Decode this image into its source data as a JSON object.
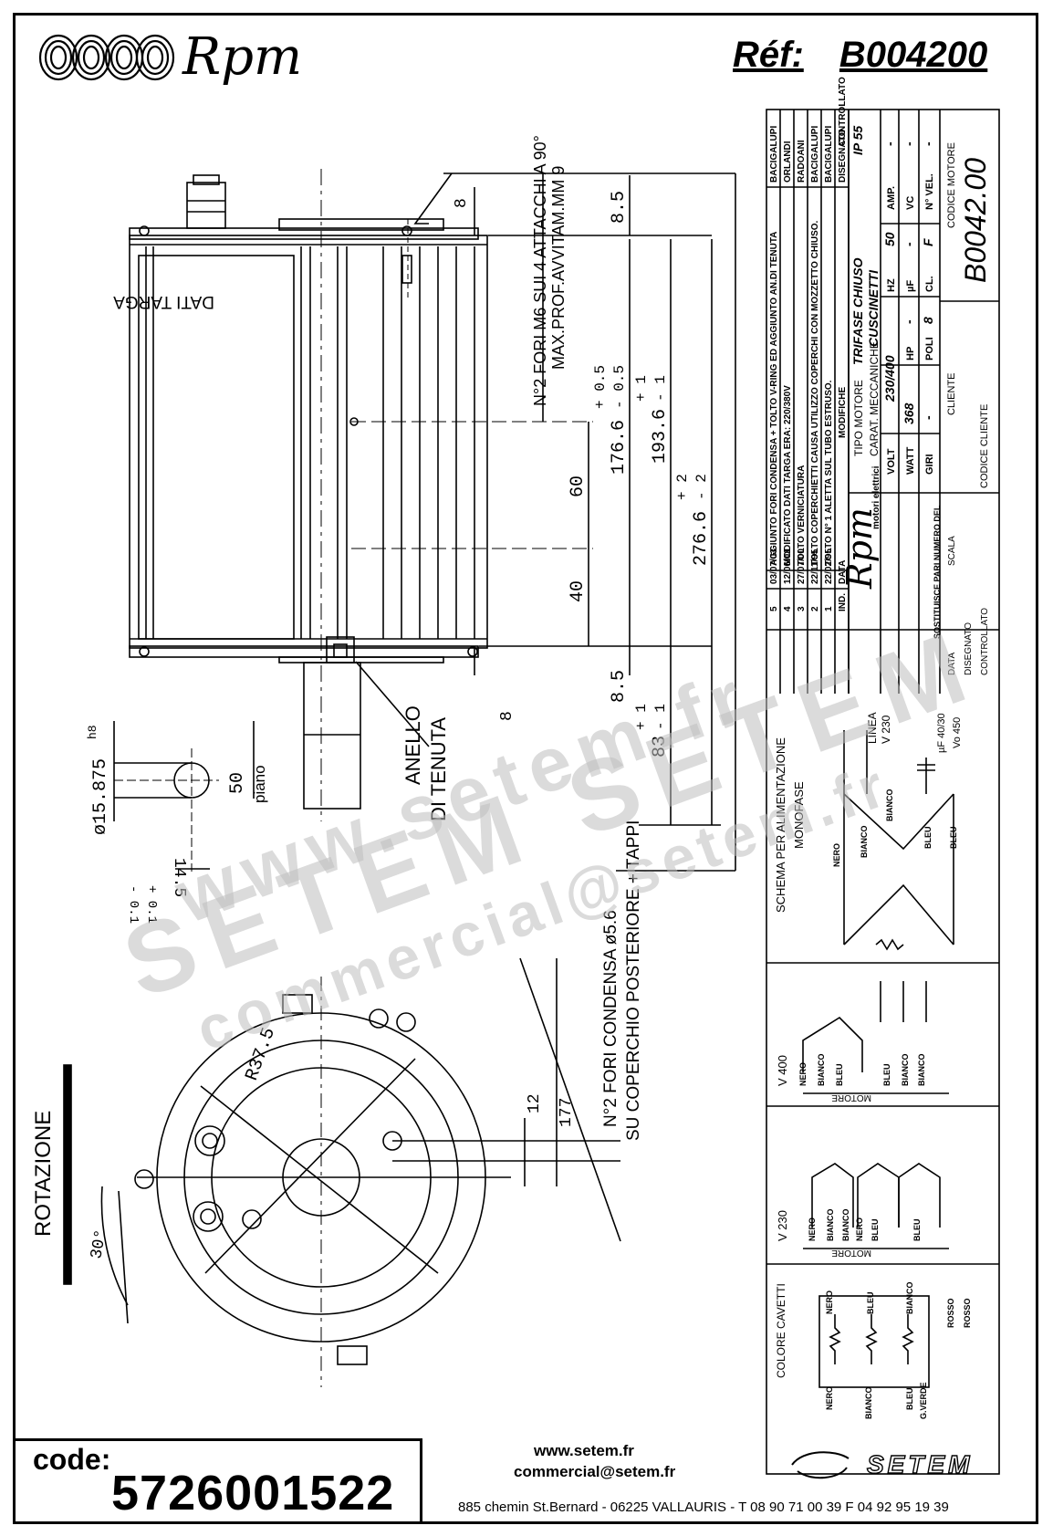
{
  "header": {
    "logo_text": "Rpm",
    "ref_label": "Réf:",
    "ref_value": "B004200"
  },
  "drawing": {
    "dati_targa": "DATI TARGA",
    "fori_m6": "N°2 FORI M6 SUI 4 ATTACCHI A 90°",
    "max_prof": "MAX.PROF.AVVITAM.MM 9",
    "anello": "ANELLO",
    "di_tenuta": "DI TENUTA",
    "piano": "piano",
    "fori_condensa": "N°2 FORI CONDENSA ø5.6",
    "coperchio": "SU COPERCHIO POSTERIORE + TAPPI",
    "rotazione": "ROTAZIONE",
    "dims": {
      "d8_top": "8",
      "d8_5_top": "8.5",
      "d176": "176.6",
      "d176_tol": "- 0.5",
      "d176_tol_plus": "+ 0.5",
      "d193": "193.6",
      "d193_tol": "- 1",
      "d193_tol_plus": "+ 1",
      "d276": "276.6",
      "d276_tol": "- 2",
      "d276_tol_plus": "+ 2",
      "d60": "60",
      "d40": "40",
      "d8_bottom": "8",
      "d8_5_bottom": "8.5",
      "d83": "83",
      "d83_tol": "- 1",
      "d83_tol_plus": "+ 1",
      "d50": "50",
      "shaft_dia": "ø15.875",
      "shaft_fit": "h8",
      "d14_5": "14.5",
      "d14_5_tol": "- 0.1",
      "d14_5_tol_plus": "+ 0.1",
      "r37_5": "R37.5",
      "d12": "12",
      "d177": "177",
      "d30": "30°"
    }
  },
  "title_block": {
    "revisions": [
      {
        "n": "5",
        "date": "03/07/03",
        "text": "AGGIUNTO FORI CONDENSA + TOLTO V-RING ED AGGIUNTO AN.DI TENUTA",
        "by": "BACIGALUPI"
      },
      {
        "n": "4",
        "date": "12/06/01",
        "text": "MODIFICATO DATI TARGA ERA: 220/380V",
        "by": "ORLANDI"
      },
      {
        "n": "3",
        "date": "27/07/00",
        "text": "TOLTO VERNICIATURA",
        "by": "RADOANI"
      },
      {
        "n": "2",
        "date": "22/11/95",
        "text": "TOLTO COPERCHIETTI CAUSA UTILIZZO COPERCHI CON MOZZETTO CHIUSO.",
        "by": "BACIGALUPI"
      },
      {
        "n": "1",
        "date": "22/02/95",
        "text": "TOLTO N° 1 ALETTA SUL TUBO ESTRUSO.",
        "by": "BACIGALUPI"
      }
    ],
    "col_ind": "IND.",
    "col_data": "DATA",
    "col_modifiche": "MODIFICHE",
    "col_disegnato": "DISEGNATO",
    "col_controllato": "CONTROLLATO",
    "brand": "Rpm",
    "brand_sub": "motori elettrici",
    "tipo_motore_label": "TIPO MOTORE",
    "tipo_motore_value": "TRIFASE CHIUSO",
    "ip": "IP 55",
    "carat_label": "CARAT. MECCANICHE",
    "carat_value": "CUSCINETTI",
    "volt_label": "VOLT",
    "volt_value": "230/400",
    "hz_label": "HZ",
    "hz_value": "50",
    "amp_label": "AMP.",
    "amp_value": "-",
    "watt_label": "WATT",
    "watt_value": "368",
    "hp_label": "HP",
    "hp_value": "-",
    "uf_label": "µF",
    "uf_value": "-",
    "vc_label": "VC",
    "vc_value": "-",
    "giri_label": "GIRI",
    "giri_value": "-",
    "poli_label": "POLI",
    "poli_value": "8",
    "cl_label": "CL.",
    "cl_value": "F",
    "nvel_label": "N° VEL.",
    "nvel_value": "-",
    "codice_motore_label": "CODICE MOTORE",
    "codice_motore_value": "B0042.00",
    "cliente_label": "CLIENTE",
    "codice_cliente_label": "CODICE CLIENTE",
    "sostituisce": "SOSTITUISCE PARI NUMERO DEL",
    "scala": "SCALA",
    "data": "DATA",
    "disegnato": "DISEGNATO",
    "controllato": "CONTROLLATO"
  },
  "wiring": {
    "mono_title": "SCHEMA PER ALIMENTAZIONE",
    "mono_sub": "MONOFASE",
    "linea": "LINEA",
    "v230": "V 230",
    "uf": "µF 40/30",
    "vo": "Vo 450",
    "v400": "V 400",
    "v230_delta": "V 230",
    "motore": "MOTORE",
    "colore_cavetti": "COLORE CAVETTI",
    "nero": "NERO",
    "bianco": "BIANCO",
    "bleu": "BLEU",
    "gverde": "G.VERDE",
    "rosso": "ROSSO"
  },
  "footer": {
    "code_label": "code:",
    "code_value": "5726001522",
    "website": "www.setem.fr",
    "email": "commercial@setem.fr",
    "address": "885 chemin St.Bernard  -  06225 VALLAURIS  -  T 08 90 71 00 39  F 04 92 95 19 39",
    "setem": "SETEM"
  },
  "watermark": {
    "line1": "www.setem.fr",
    "line2": "SETEM SETEM",
    "line3": "commercial@setem.fr"
  }
}
